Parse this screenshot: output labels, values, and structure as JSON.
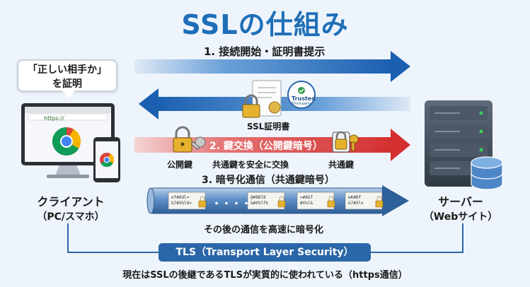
{
  "title": "SSLの仕組み",
  "bubble": {
    "line1": "「正しい相手か」",
    "line2": "を証明"
  },
  "client": {
    "name": "クライアント",
    "sub": "（PC/スマホ）",
    "url": "https://"
  },
  "server": {
    "name": "サーバー",
    "sub": "（Webサイト）"
  },
  "steps": {
    "step1": "1. 接続開始・証明書提示",
    "cert_label": "SSL証明書",
    "trusted": "Trusted",
    "trusted_sub": "Third-party",
    "step2": "2. 鍵交換（公開鍵暗号）",
    "public_key": "公開鍵",
    "key_exchange": "共通鍵を安全に交換",
    "common_key": "共通鍵",
    "step3": "3. 暗号化通信（共通鍵暗号）",
    "after": "その後の通信を高速に暗号化",
    "dots": "・・・・"
  },
  "segments": [
    "ef#8dl≈\n&7#X%l8v",
    "@#8Bl8\n&#X%lfk",
    ">#8Gf\n#X%l&",
    "eK#Bf\n&7#Xlx"
  ],
  "tls": "TLS（Transport Layer Security）",
  "footer": "現在はSSLの後継であるTLSが実質的に使われている（https通信）",
  "colors": {
    "title": "#1f6fb8",
    "blue_arrow": "#1d63b4",
    "red_arrow": "#d8383a",
    "tls_box": "#2b66a8",
    "lock": "#e6b22e"
  }
}
